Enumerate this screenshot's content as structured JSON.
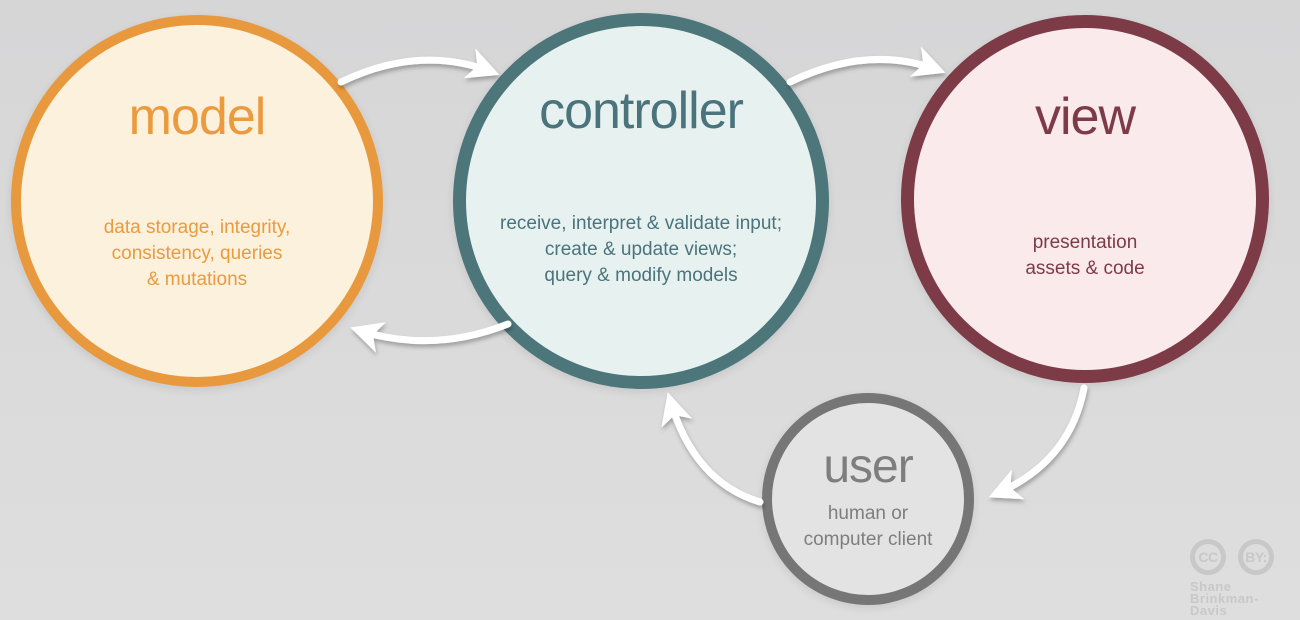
{
  "diagram": {
    "type": "cycle-diagram",
    "background_color": "#D9D9D9",
    "arrow_color": "#FFFFFF",
    "nodes": {
      "model": {
        "label": "model",
        "description_lines": [
          "data storage, integrity,",
          "consistency, queries",
          "& mutations"
        ],
        "border_color": "#E8993E",
        "fill_color": "#FBF1DC",
        "text_color": "#EB9A3E"
      },
      "controller": {
        "label": "controller",
        "description_lines": [
          "receive, interpret & validate input;",
          "create & update views;",
          "query & modify models"
        ],
        "border_color": "#4D767B",
        "fill_color": "#E7F2F0",
        "text_color": "#4A737C"
      },
      "view": {
        "label": "view",
        "description_lines": [
          "presentation",
          "assets & code"
        ],
        "border_color": "#7C3B46",
        "fill_color": "#FBEAEC",
        "text_color": "#7C3B46"
      },
      "user": {
        "label": "user",
        "description_lines": [
          "human or",
          "computer client"
        ],
        "border_color": "#767676",
        "fill_color": "#E3E3E3",
        "text_color": "#7E7E7E"
      }
    },
    "edges": [
      {
        "from": "model",
        "to": "controller"
      },
      {
        "from": "controller",
        "to": "view"
      },
      {
        "from": "controller",
        "to": "model"
      },
      {
        "from": "view",
        "to": "user"
      },
      {
        "from": "user",
        "to": "controller"
      }
    ]
  },
  "attribution": {
    "cc_badge": "CC",
    "by_badge": "BY:",
    "author_line1": "Shane",
    "author_line2": "Brinkman-Davis",
    "color": "#C8C8C8"
  }
}
